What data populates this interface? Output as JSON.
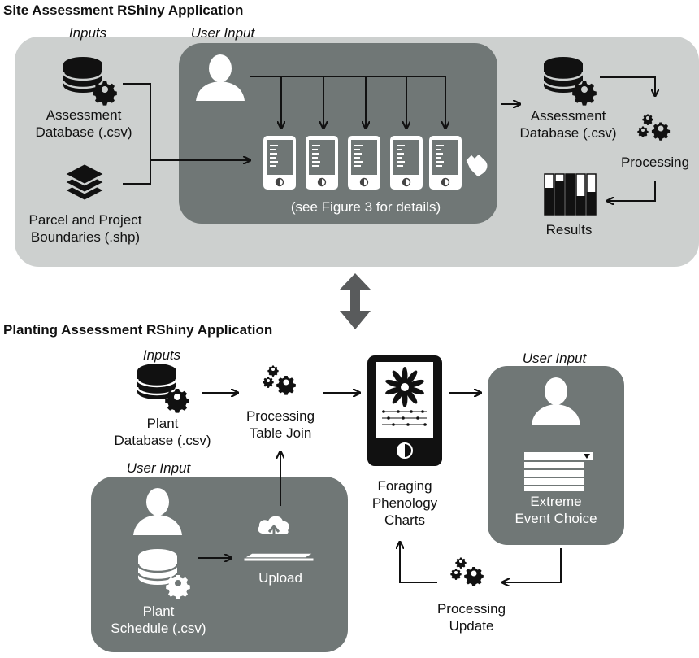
{
  "site": {
    "title": "Site Assessment RShiny Application",
    "inputs_heading": "Inputs",
    "user_input_heading": "User Input",
    "assessment_db_label_1": "Assessment",
    "assessment_db_label_2": "Database (.csv)",
    "parcel_label_1": "Parcel and Project",
    "parcel_label_2": "Boundaries (.shp)",
    "figure_note": "(see Figure 3 for details)",
    "output_db_label_1": "Assessment",
    "output_db_label_2": "Database (.csv)",
    "processing_label": "Processing",
    "results_label": "Results"
  },
  "planting": {
    "title": "Planting Assessment RShiny Application",
    "inputs_heading": "Inputs",
    "plant_db_label_1": "Plant",
    "plant_db_label_2": "Database (.csv)",
    "join_label_1": "Processing",
    "join_label_2": "Table Join",
    "user_input_heading_left": "User Input",
    "schedule_label_1": "Plant",
    "schedule_label_2": "Schedule (.csv)",
    "upload_label": "Upload",
    "charts_label_1": "Foraging",
    "charts_label_2": "Phenology",
    "charts_label_3": "Charts",
    "user_input_heading_right": "User Input",
    "extreme_label_1": "Extreme",
    "extreme_label_2": "Event Choice",
    "update_label_1": "Processing",
    "update_label_2": "Update"
  },
  "colors": {
    "outer_panel": "#cdd0cf",
    "dark_panel": "#707776",
    "icon_black": "#111111",
    "link_arrow": "#595b5c"
  }
}
